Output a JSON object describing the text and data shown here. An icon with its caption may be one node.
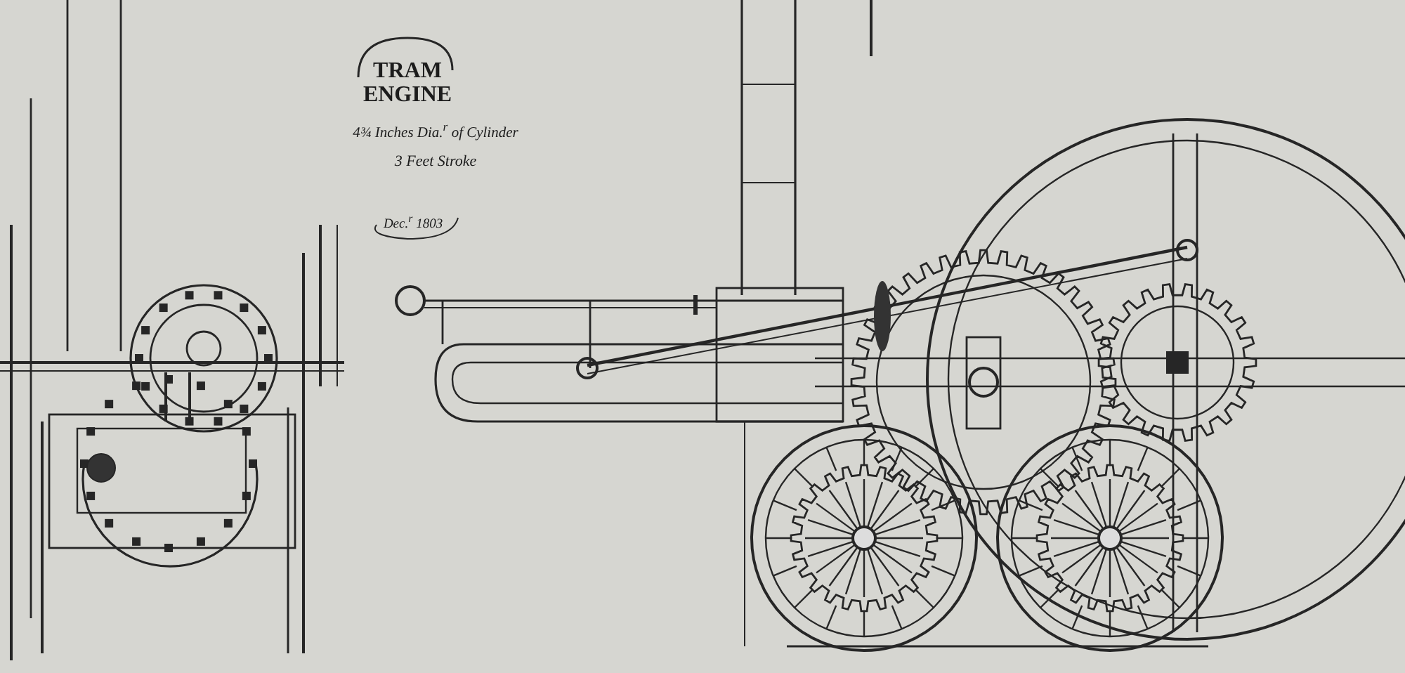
{
  "diagram": {
    "title": "TRAM ENGINE",
    "labels": [
      "4¾ Inches Dia.$^{r}$ of Cylinder",
      "3 Feet Stroke",
      "Dec.$^{r}$ 1803"
    ]
  }
}
